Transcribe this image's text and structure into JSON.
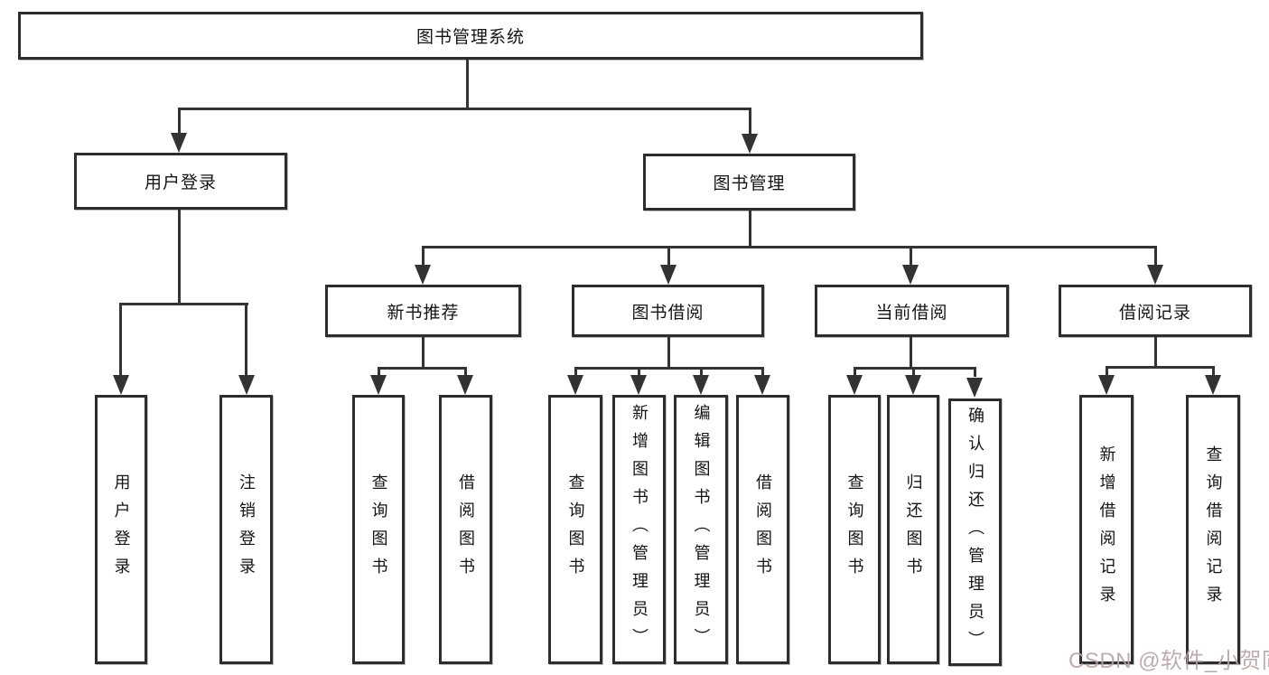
{
  "diagram": {
    "title": "图书管理系统",
    "level2": {
      "user_login": "用户登录",
      "book_management": "图书管理"
    },
    "level3": {
      "new_book_recommend": "新书推荐",
      "book_borrow": "图书借阅",
      "current_borrow": "当前借阅",
      "borrow_records": "借阅记录"
    },
    "leaves": {
      "user": [
        "用户登录",
        "注销登录"
      ],
      "recommend": [
        "查询图书",
        "借阅图书"
      ],
      "borrow": [
        "查询图书",
        "新增图书（管理员）",
        "编辑图书（管理员）",
        "借阅图书"
      ],
      "current": [
        "查询图书",
        "归还图书",
        "确认归还（管理员）"
      ],
      "records": [
        "新增借阅记录",
        "查询借阅记录"
      ]
    },
    "colors": {
      "line": "#333333",
      "box_border": "#2d2d2d",
      "text": "#141414",
      "watermark": "#b9a2a2"
    },
    "watermark": "CSDN @软件_小贺同学"
  }
}
